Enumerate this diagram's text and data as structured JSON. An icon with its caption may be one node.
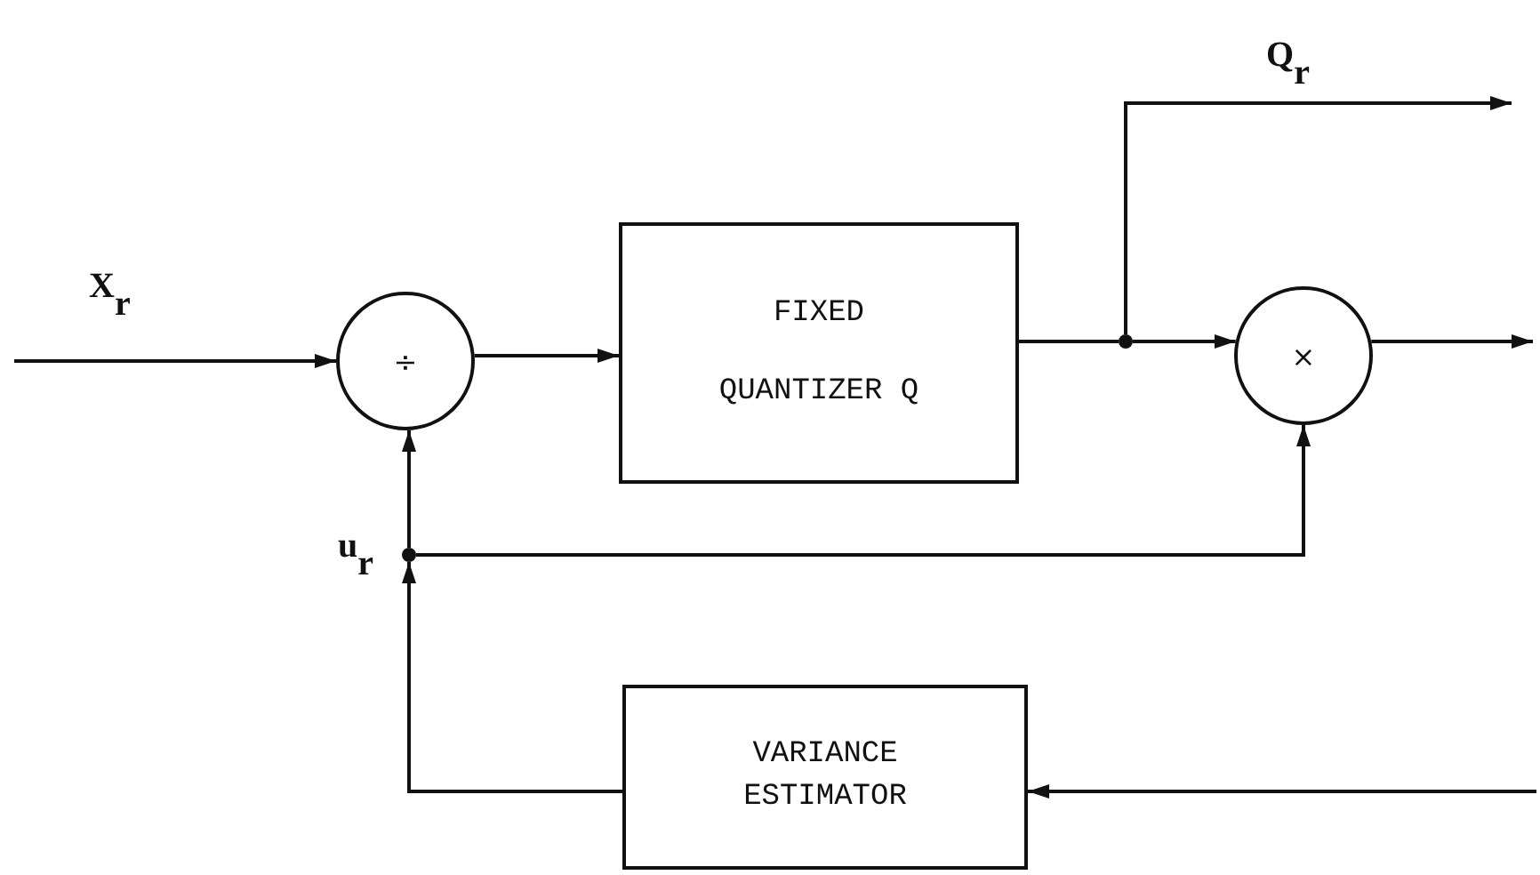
{
  "diagram": {
    "nodes": [
      {
        "text": [
          "÷"
        ]
      },
      {
        "text": [
          "FIXED QUANTIZER Q"
        ]
      },
      {
        "text": [
          "×"
        ]
      },
      {
        "text": [
          "VARIANCE ESTIMATOR"
        ]
      },
      {
        "text": [],
        "shape": "circle"
      },
      {
        "text": [],
        "shape": "circle"
      }
    ],
    "edges": [
      {
        "from": null,
        "to": 0,
        "arrow": "to"
      },
      {
        "from": 0,
        "to": 1,
        "arrow": "to"
      },
      {
        "from": 1,
        "to": 4,
        "arrow": "none"
      },
      {
        "from": 4,
        "to": 2,
        "arrow": "to"
      },
      {
        "from": 4,
        "to": null,
        "arrow": "to"
      },
      {
        "from": 2,
        "to": null,
        "arrow": "to"
      },
      {
        "from": 5,
        "to": 0,
        "arrow": "to"
      },
      {
        "from": 5,
        "to": 2,
        "arrow": "to"
      },
      {
        "from": 3,
        "to": 5,
        "arrow": "to"
      },
      {
        "from": null,
        "to": 3,
        "arrow": "to"
      }
    ],
    "labels": [
      "X$_{r}$",
      "Q$_{r}$",
      "u$_{r}$"
    ]
  }
}
